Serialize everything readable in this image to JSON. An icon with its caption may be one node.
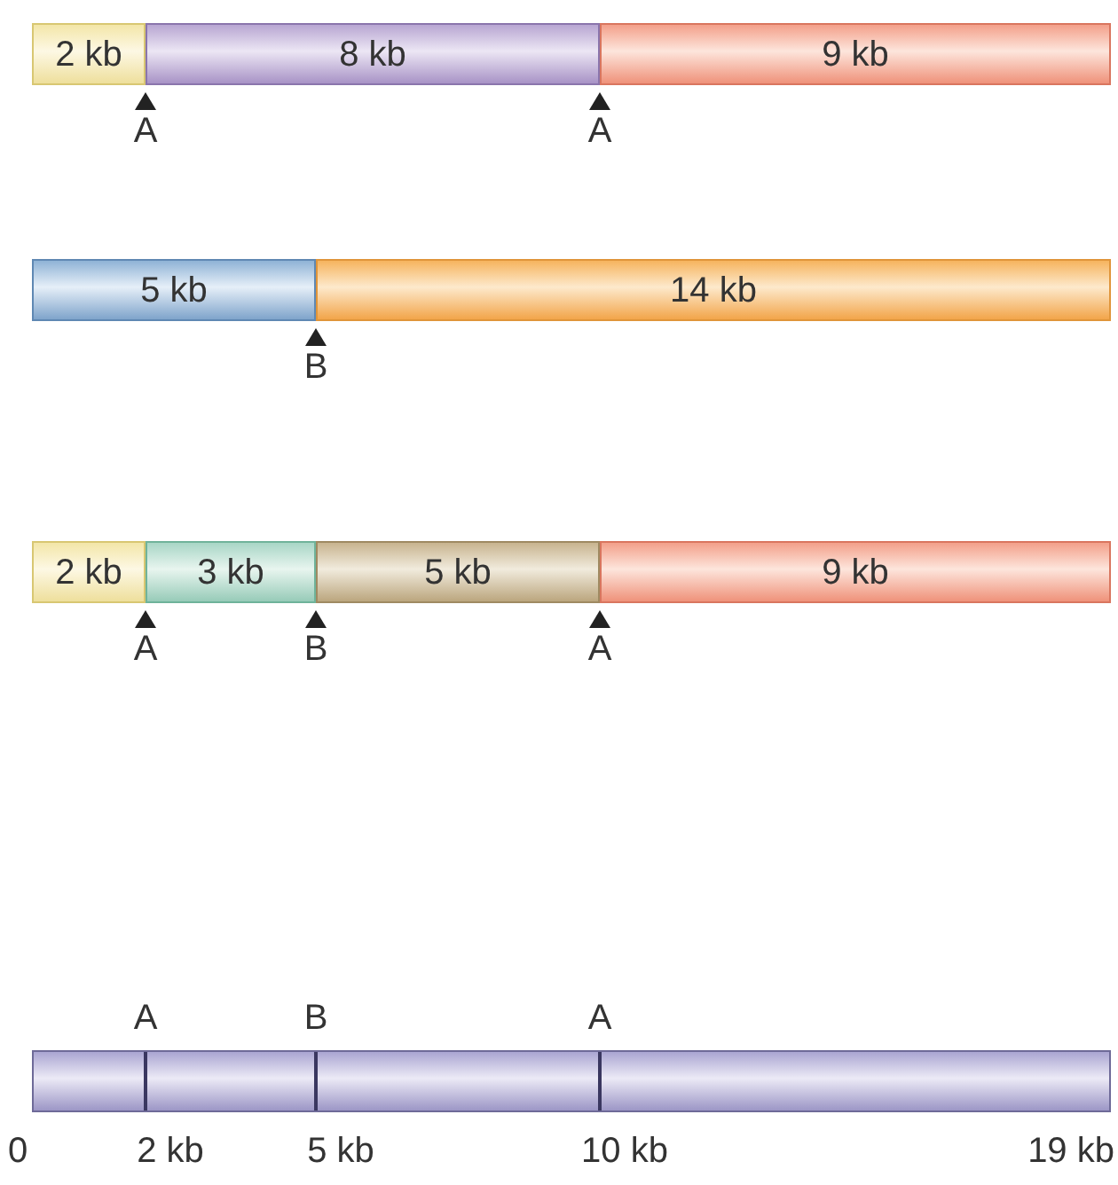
{
  "diagram": {
    "nodes": [
      {
        "text": [
          "2 kb"
        ]
      },
      {
        "text": [
          "8 kb"
        ]
      },
      {
        "text": [
          "9 kb"
        ]
      },
      {
        "text": [
          "5 kb"
        ]
      },
      {
        "text": [
          "14 kb"
        ]
      },
      {
        "text": [
          "2 kb"
        ]
      },
      {
        "text": [
          "3 kb"
        ]
      },
      {
        "text": [
          "5 kb"
        ]
      },
      {
        "text": [
          "9 kb"
        ]
      },
      {
        "text": [],
        "shape": "bar"
      }
    ],
    "labels": [
      "A",
      "A",
      "B",
      "A",
      "B",
      "A",
      "A",
      "B",
      "A",
      "0",
      "2 kb",
      "5 kb",
      "10 kb",
      "19 kb"
    ]
  }
}
